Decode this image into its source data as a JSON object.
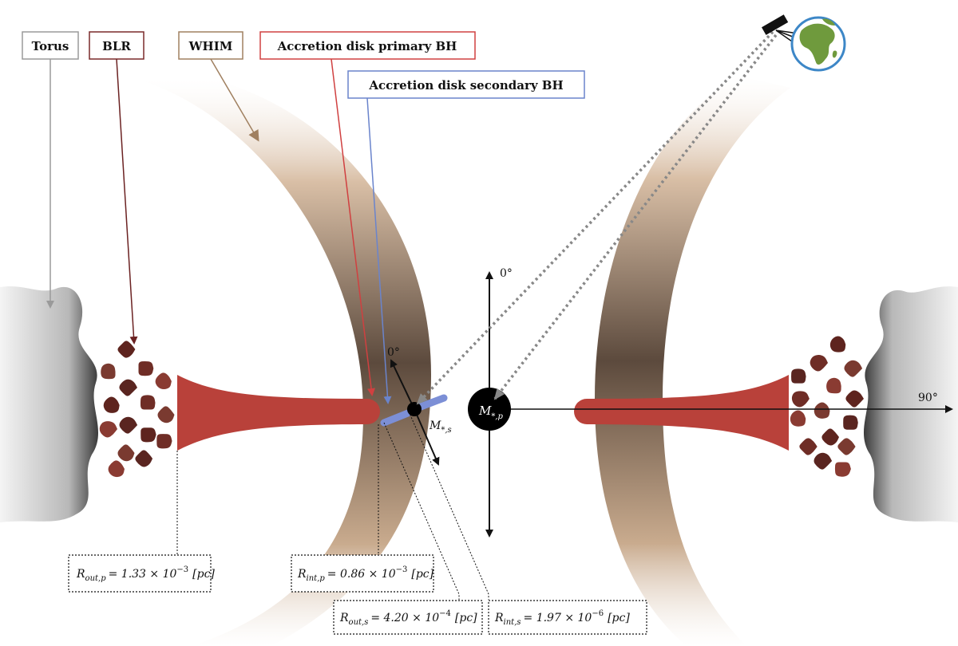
{
  "labels": {
    "torus": "Torus",
    "blr": "BLR",
    "whim": "WHIM",
    "disk_primary": "Accretion disk primary BH",
    "disk_secondary": "Accretion disk secondary BH"
  },
  "angles": {
    "primary_top": "0°",
    "primary_right": "90°",
    "secondary_top": "0°"
  },
  "masses": {
    "primary": {
      "base": "M",
      "sub": "*,p"
    },
    "secondary": {
      "base": "M",
      "sub": "*,s"
    }
  },
  "radii": {
    "r_out_p": {
      "sym": "R",
      "sub": "out,p",
      "value": "= 1.33 × 10",
      "exp": "−3",
      "unit": "[pc]"
    },
    "r_int_p": {
      "sym": "R",
      "sub": "int,p",
      "value": "= 0.86 × 10",
      "exp": "−3",
      "unit": "[pc]"
    },
    "r_out_s": {
      "sym": "R",
      "sub": "out,s",
      "value": "= 4.20 × 10",
      "exp": "−4",
      "unit": "[pc]"
    },
    "r_int_s": {
      "sym": "R",
      "sub": "int,s",
      "value": "= 1.97 × 10",
      "exp": "−6",
      "unit": "[pc]"
    }
  },
  "colors": {
    "torus_border": "#9a9a9a",
    "blr_border": "#7a2a2a",
    "whim_border": "#a08060",
    "primary_border": "#d04040",
    "secondary_border": "#6a84cc",
    "disk_red": "#b9413a",
    "disk_blue": "#7c8fd6",
    "blob": "#6a2e26"
  }
}
